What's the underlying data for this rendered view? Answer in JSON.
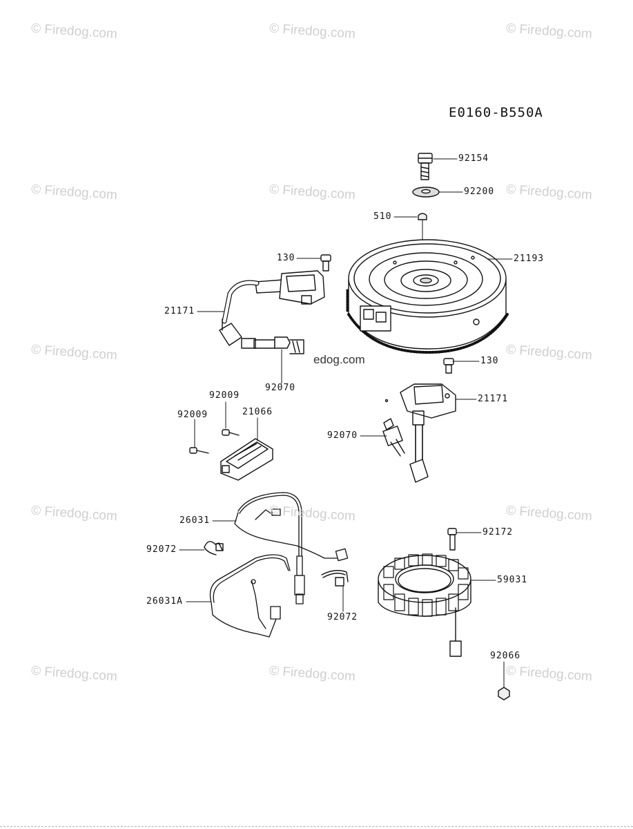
{
  "diagram_code": "E0160-B550A",
  "watermark": "© Firedog.com",
  "stray_text": "edog.com",
  "labels": [
    "92154",
    "92200",
    "510",
    "21193",
    "130",
    "21171",
    "92070",
    "130",
    "21171",
    "92070",
    "92009",
    "92009",
    "21066",
    "26031",
    "92072",
    "26031A",
    "92072",
    "92172",
    "59031",
    "92066"
  ]
}
